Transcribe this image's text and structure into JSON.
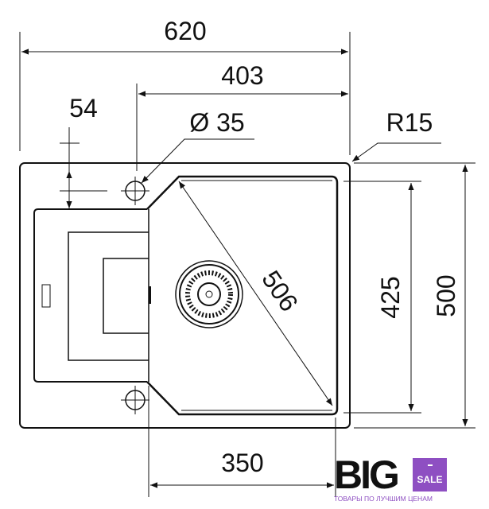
{
  "dimensions": {
    "overall_width": "620",
    "bowl_plus_rim_width": "403",
    "hole_offset": "54",
    "hole_diameter": "Ø 35",
    "corner_radius": "R15",
    "bowl_depth": "425",
    "overall_depth": "500",
    "bowl_width": "350",
    "bowl_diagonal": "506"
  },
  "logo": {
    "brand": "BIG",
    "badge": "SALE",
    "tagline": "ТОВАРЫ ПО ЛУЧШИМ ЦЕНАМ"
  },
  "colors": {
    "line": "#111111",
    "brand": "#8e4fc2"
  }
}
